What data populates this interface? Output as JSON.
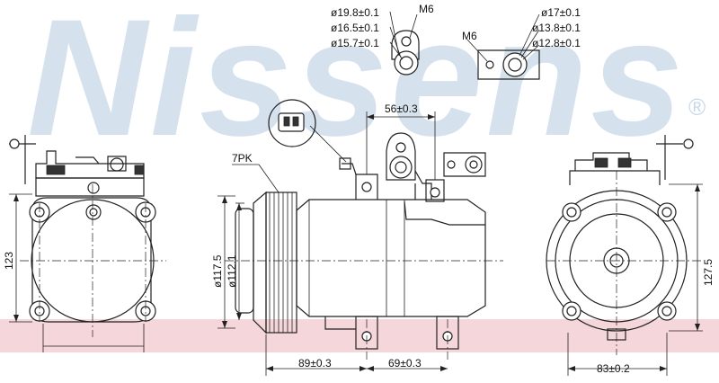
{
  "watermark": {
    "brand": "Nissens",
    "mark": "®",
    "brand_color": "#c8d8e8",
    "band_color": "#f5d6da"
  },
  "dimensions": {
    "d1": "ø19.8±0.1",
    "d2": "ø16.5±0.1",
    "d3": "ø15.7±0.1",
    "m6_top": "M6",
    "m6_side": "M6",
    "d4": "ø17±0.1",
    "d5": "ø13.8±0.1",
    "d6": "ø12.8±0.1",
    "port_spacing": "56±0.3",
    "belt": "7PK",
    "pulley_outer": "ø117.5",
    "pulley_inner": "ø112.1",
    "height_left": "123",
    "height_right": "127.5",
    "length_a": "89±0.3",
    "length_b": "69±0.3",
    "mount_width": "83±0.2"
  }
}
